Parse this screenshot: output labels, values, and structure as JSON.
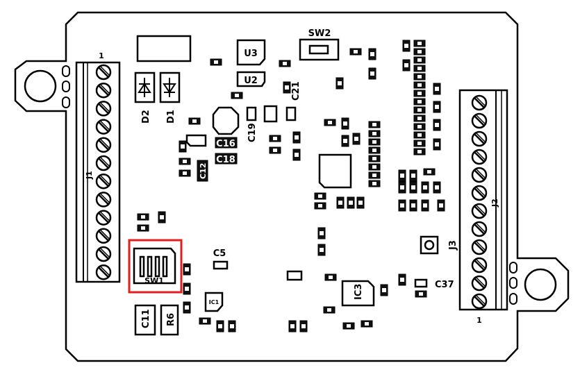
{
  "board": {
    "connectors": {
      "j1": "J1",
      "j1_pin1": "1",
      "j2": "J2",
      "j2_pin1": "1",
      "j3": "J3"
    },
    "diodes": {
      "d1": "D1",
      "d2": "D2"
    },
    "ics": {
      "u2": "U2",
      "u3": "U3",
      "ic1": "IC1",
      "ic3": "IC3"
    },
    "switches": {
      "sw1": "SW1",
      "sw2": "SW2"
    },
    "capacitors": {
      "c5": "C5",
      "c11": "C11",
      "c12": "C12",
      "c16": "C16",
      "c18": "C18",
      "c19": "C19",
      "c21": "C21",
      "c37": "C37"
    },
    "resistors": {
      "r6": "R6"
    },
    "highlight_color": "#e02020"
  }
}
